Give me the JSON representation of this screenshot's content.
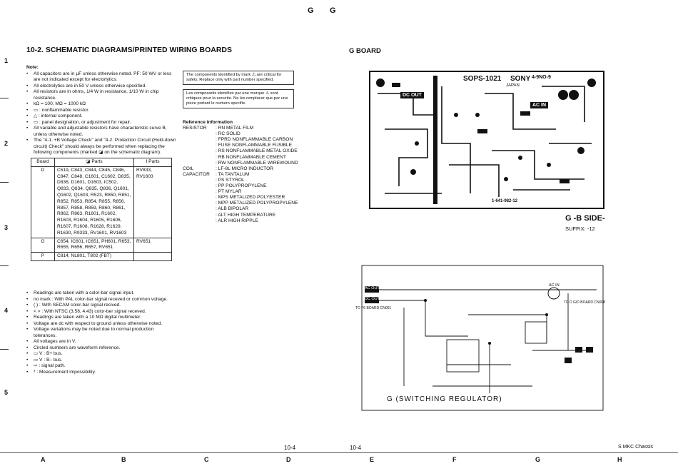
{
  "header": {
    "left_g": "G",
    "right_g": "G"
  },
  "row_numbers": [
    "1",
    "2",
    "3",
    "4",
    "5"
  ],
  "column_letters": [
    "A",
    "B",
    "C",
    "D",
    "E",
    "F",
    "G",
    "H"
  ],
  "section_title": "10-2. SCHEMATIC DIAGRAMS/PRINTED WIRING BOARDS",
  "board_title": "G BOARD",
  "note_heading": "Note:",
  "notes_top": [
    "All capacitors are in µF unless otherwise noted. PF: 50 WV or less are not indicated except for electorlytics.",
    "All electrolytics are in 50 V unless otherwise specified.",
    "All resistors are in ohms, 1/4 W in resistance, 1/10 W in chip resistance.",
    "kΩ = 100, MΩ = 1000 kΩ",
    "▭ : nonflammable resistor.",
    "△ : internal component.",
    "▭ : panel designation, or adjustment for repair.",
    "All variable and adjustable resistors have characteristic curve B, unless otherwise noted.",
    "The \"4-1. +B Voltage Check\" and \"4-2. Protection Circuit (Hold-down circuit) Check\" should always be performed when replacing the following components (marked ◪ on the schematic diagram)."
  ],
  "safety_box_en": "The components identified by  mark ⚠ are critical for safety. Replace only with part number specified.",
  "safety_box_fr": "Les composants identifies par  une marque ⚠ sont critiques pour la securite. Ne les remplacer que par une piece portant le numero specifie.",
  "parts_table": {
    "headers": [
      "Board",
      "◪ Parts",
      "Ⅰ Parts"
    ],
    "rows": [
      {
        "board": "D",
        "parts": "C519, C843, C844, C845, C846, C847, C848, C1601, C1602, D835, D836, D1601, D1603, IC502, Q833, Q834, Q835, Q836, Q1601, Q1602, Q1603, R523, R850, R851, R852, R853, R854, R855, R856, R857, R858, R859, R860, R861, R862, R863, R1601, R1602, R1603, R1604, R1605, R1606, R1607, R1608, R1628, R1629, R1630, R9333, RV1601, RV1603",
        "vparts": "RV833, RV1603"
      },
      {
        "board": "G",
        "parts": "C654, IC601, IC651, PH601, R653, R655, R656, R657, RV651",
        "vparts": "RV651"
      },
      {
        "board": "P",
        "parts": "C814, NL801, T802 (FBT)",
        "vparts": ""
      }
    ]
  },
  "reference": {
    "heading": "Reference information",
    "groups": [
      {
        "label": "RESISTOR",
        "items": [
          ": RN METAL FILM",
          ": RC SOLID",
          ": FPRD NONFLAMMABLE CARBON",
          ": FUSE NONFLAMMABLE FUSIBLE",
          ": RS NONFLAMMABLE METAL OXIDE",
          ": RB NONFLAMMABLE CEMENT",
          ": RW NONFLAMMABLE WIREWOUND"
        ]
      },
      {
        "label": "COIL",
        "items": [
          ": LF-8L MICRO INDUCTOR"
        ]
      },
      {
        "label": "CAPACITOR",
        "items": [
          ": TA TANTALUM",
          ": PS STYROL",
          ": PP POLYPROPYLENE",
          ": PT MYLAR",
          ": MPS METALIZED POLYESTER",
          ": MPP METALIZED POLYPROPYLENE",
          ": ALB BIPOLAR",
          ": ALT HIGH TEMPERATURE",
          ": ALR HIGH RIPPLE"
        ]
      }
    ]
  },
  "readings": [
    {
      "t": "Readings are taken with a color-bar signal input."
    },
    {
      "t": "no mark     : With PAL color-bar signal receved or common voltage."
    },
    {
      "t": "(        )     : With SECAM color-bar signal  recived."
    },
    {
      "t": "<        >    : With NTSC (3.58, 4.43) color-ber signal  receved."
    },
    {
      "t": "Readings are taken with a 10 MΩ digital multimeter."
    },
    {
      "t": "Voltage are dc with respect to ground unless otherwise noted."
    },
    {
      "t": "Voltage variations may be noted due to normal production tolerances."
    },
    {
      "t": "All voltages are in V."
    },
    {
      "t": "Circled numbers are waveform reference."
    },
    {
      "t": "▭ V  : B+ bus."
    },
    {
      "t": "▭ V  : B– bus."
    },
    {
      "t": "⇨  : signal path."
    },
    {
      "t": "*  : Measurement impossibility."
    }
  ],
  "pcb": {
    "model": "SOPS-1021",
    "brand": "SONY",
    "japan": "JAPAN",
    "code": "4-9NO-9",
    "dc_out": "DC OUT",
    "ac_in": "AC IN",
    "part_no": "1-641-982-12",
    "side_title": "G -B SIDE-",
    "suffix": "SUFFIX: -12"
  },
  "schematic": {
    "ac_out": "AC OUT",
    "dc_out": "DC OUT",
    "to_board_left": "TO F6 BOARD CN001",
    "to_board_right": "TO D G/D BOARD CN008",
    "ac_in": "AC IN",
    "caption": "G (SWITCHING REGULATOR)"
  },
  "footer": {
    "page_left": "10-4",
    "page_right": "10-4",
    "chassis": "S MKC Chassis"
  }
}
